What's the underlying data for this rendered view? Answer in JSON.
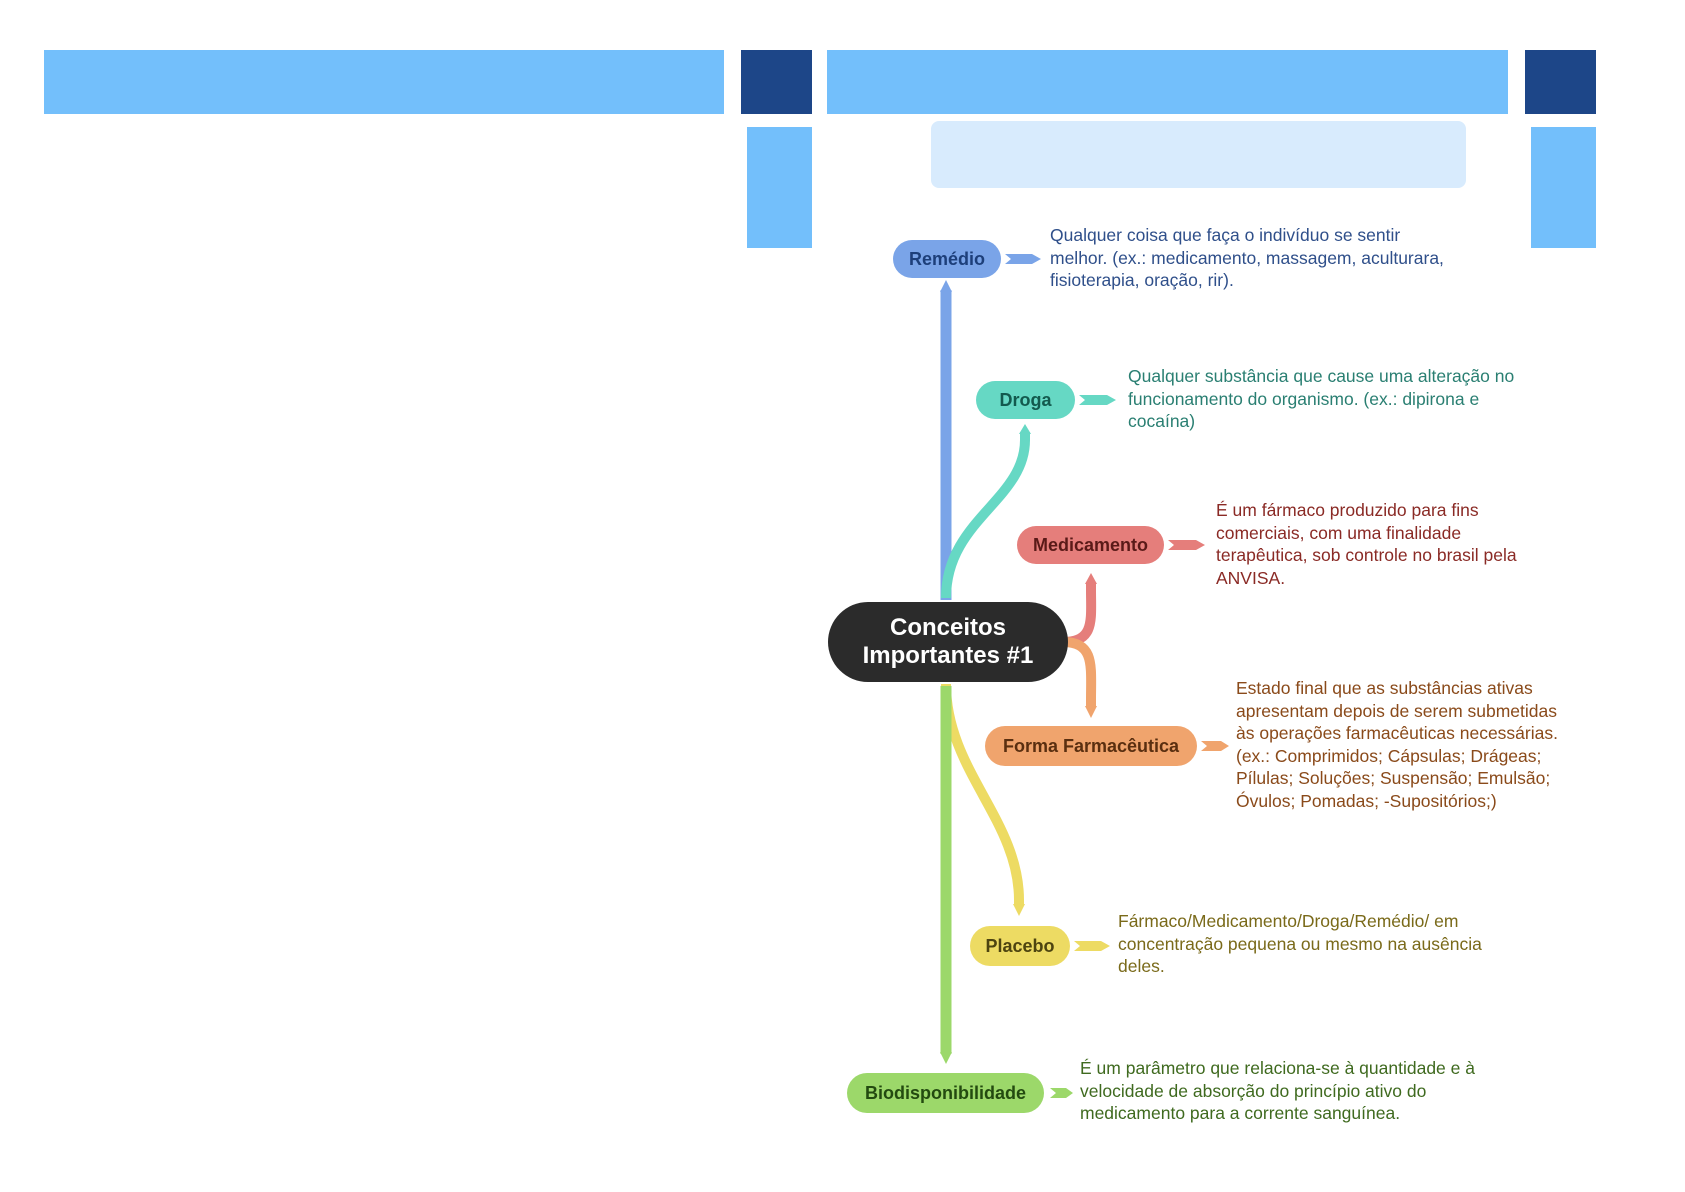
{
  "colors": {
    "header_light": "#73bffb",
    "header_dark": "#1d4688",
    "header_pale": "#d8ebfd",
    "center": "#2b2b2b",
    "remedio": "#7aa4e8",
    "droga": "#66d8c4",
    "medicamento": "#e57e7b",
    "forma": "#f0a46d",
    "placebo": "#eddb63",
    "biodisponibilidade": "#9cd86a"
  },
  "center": {
    "line1": "Conceitos",
    "line2": "Importantes #1"
  },
  "nodes": {
    "remedio": {
      "label": "Remédio",
      "desc": [
        "Qualquer coisa que faça o indivíduo se sentir",
        "melhor. (ex.: medicamento, massagem, aculturara,",
        "fisioterapia, oração, rir)."
      ]
    },
    "droga": {
      "label": "Droga",
      "desc": [
        "Qualquer substância que cause uma alteração no",
        "funcionamento do organismo. (ex.: dipirona e",
        "cocaína)"
      ]
    },
    "medicamento": {
      "label": "Medicamento",
      "desc": [
        "É um fármaco produzido para fins",
        "comerciais, com uma finalidade",
        "terapêutica, sob controle no brasil pela",
        "ANVISA."
      ]
    },
    "forma": {
      "label": "Forma Farmacêutica",
      "desc": [
        "Estado final que as substâncias ativas",
        "apresentam depois de serem submetidas",
        "às operações farmacêuticas necessárias.",
        "(ex.: Comprimidos; Cápsulas; Drágeas;",
        "Pílulas; Soluções; Suspensão; Emulsão;",
        "Óvulos; Pomadas; -Supositórios;)"
      ]
    },
    "placebo": {
      "label": "Placebo",
      "desc": [
        "Fármaco/Medicamento/Droga/Remédio/ em",
        "concentração pequena ou mesmo na ausência",
        "deles."
      ]
    },
    "biodisponibilidade": {
      "label": "Biodisponibilidade",
      "desc": [
        "É um parâmetro que relaciona-se à quantidade e à",
        "velocidade de absorção do princípio ativo do",
        "medicamento para a corrente sanguínea."
      ]
    }
  }
}
